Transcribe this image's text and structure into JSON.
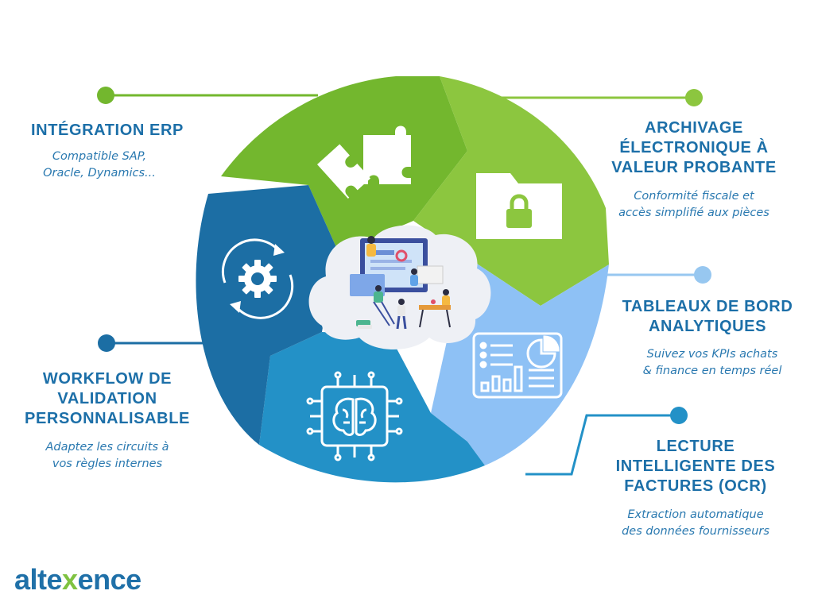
{
  "brand": {
    "name_part1": "alte",
    "name_x": "x",
    "name_part2": "ence",
    "color_primary": "#1f70a8",
    "color_accent": "#7fc241"
  },
  "colors": {
    "green_dark": "#73b72e",
    "green_light": "#8cc63f",
    "blue_light": "#8ec1f5",
    "blue_mid": "#2391c7",
    "blue_dark": "#1c6ea4",
    "title": "#1c6fa8",
    "desc": "#2a79b0",
    "line_light": "#97c7f0"
  },
  "segments": [
    {
      "id": "erp",
      "icon": "puzzle-icon",
      "title": "INTÉGRATION ERP",
      "desc_lines": [
        "Compatible SAP,",
        "Oracle, Dynamics..."
      ]
    },
    {
      "id": "archive",
      "icon": "locked-folder-icon",
      "title_lines": [
        "ARCHIVAGE",
        "ÉLECTRONIQUE À",
        "VALEUR PROBANTE"
      ],
      "desc_lines": [
        "Conformité fiscale et",
        "accès simplifié aux pièces"
      ]
    },
    {
      "id": "dashboard",
      "icon": "dashboard-icon",
      "title_lines": [
        "TABLEAUX DE BORD",
        "ANALYTIQUES"
      ],
      "desc_lines": [
        "Suivez vos KPIs achats",
        "& finance en temps réel"
      ]
    },
    {
      "id": "ocr",
      "icon": "ai-brain-chip-icon",
      "title_lines": [
        "LECTURE",
        "INTELLIGENTE DES",
        "FACTURES (OCR)"
      ],
      "desc_lines": [
        "Extraction automatique",
        "des données fournisseurs"
      ]
    },
    {
      "id": "workflow",
      "icon": "gear-cycle-icon",
      "title_lines": [
        "WORKFLOW DE",
        "VALIDATION",
        "PERSONNALISABLE"
      ],
      "desc_lines": [
        "Adaptez les circuits à",
        "vos règles internes"
      ]
    }
  ]
}
